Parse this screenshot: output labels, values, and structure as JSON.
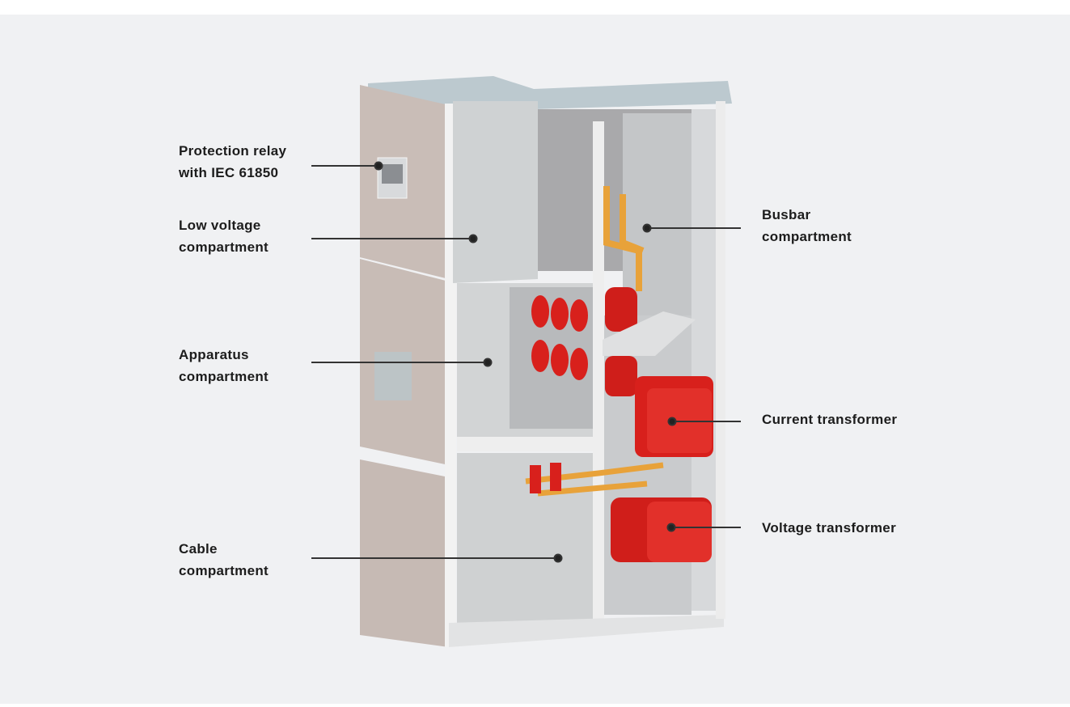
{
  "labels": {
    "protection_relay": [
      "Protection relay",
      "with IEC 61850"
    ],
    "low_voltage": [
      "Low voltage",
      "compartment"
    ],
    "apparatus": [
      "Apparatus",
      "compartment"
    ],
    "cable": [
      "Cable",
      "compartment"
    ],
    "busbar": [
      "Busbar",
      "compartment"
    ],
    "current_transformer": [
      "Current transformer"
    ],
    "voltage_transformer": [
      "Voltage transformer"
    ]
  },
  "colors": {
    "background": "#f0f1f3",
    "leader": "#333333",
    "text": "#1c1c1c",
    "red": "#d8201c",
    "copper": "#e8a23a"
  }
}
